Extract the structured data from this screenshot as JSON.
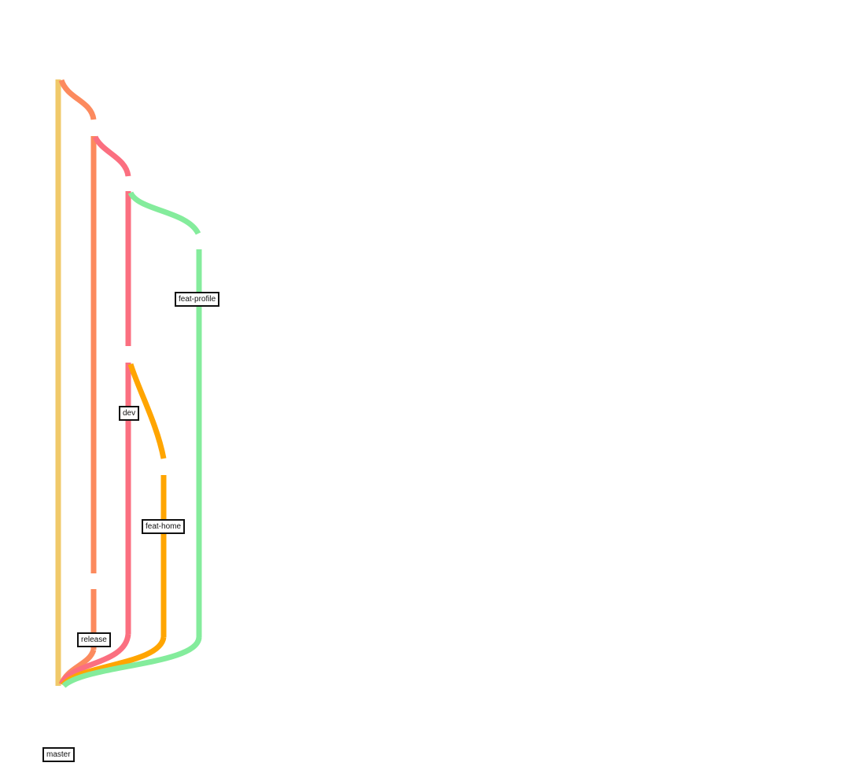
{
  "branches": [
    {
      "id": "master",
      "label": "master",
      "color": "#f0c96a"
    },
    {
      "id": "release",
      "label": "release",
      "color": "#fc8a5e"
    },
    {
      "id": "dev",
      "label": "dev",
      "color": "#fb6f80"
    },
    {
      "id": "feat_home",
      "label": "feat-home",
      "color": "#ffa500"
    },
    {
      "id": "feat_profile",
      "label": "feat-profile",
      "color": "#84ec9c"
    }
  ]
}
